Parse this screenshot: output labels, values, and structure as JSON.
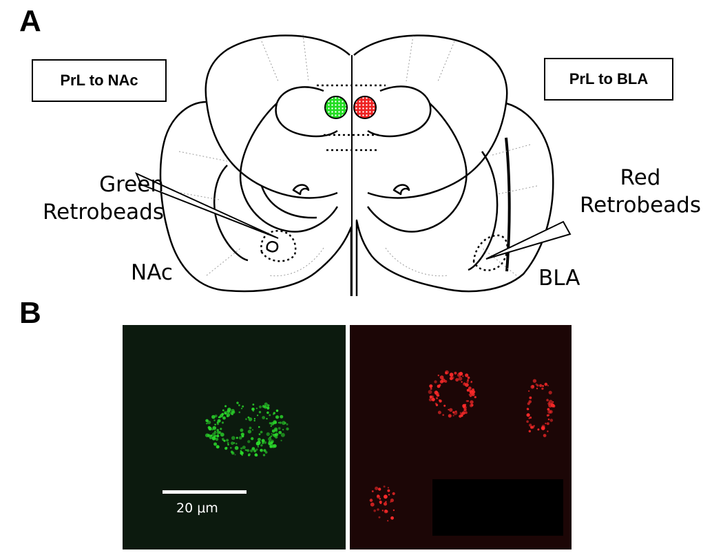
{
  "panels": {
    "a_label": "A",
    "b_label": "B"
  },
  "boxes": {
    "left": "PrL to NAc",
    "right": "PrL to BLA"
  },
  "annotations": {
    "green_line1": "Green",
    "green_line2": "Retrobeads",
    "red_line1": "Red",
    "red_line2": "Retrobeads",
    "nac": "NAc",
    "bla": "BLA"
  },
  "scale": {
    "text": "20 μm"
  },
  "colors": {
    "green_bead": "#22dd22",
    "red_bead": "#ee2222",
    "micro_green_bg": "#0c1a0e",
    "micro_red_bg": "#1c0606"
  }
}
